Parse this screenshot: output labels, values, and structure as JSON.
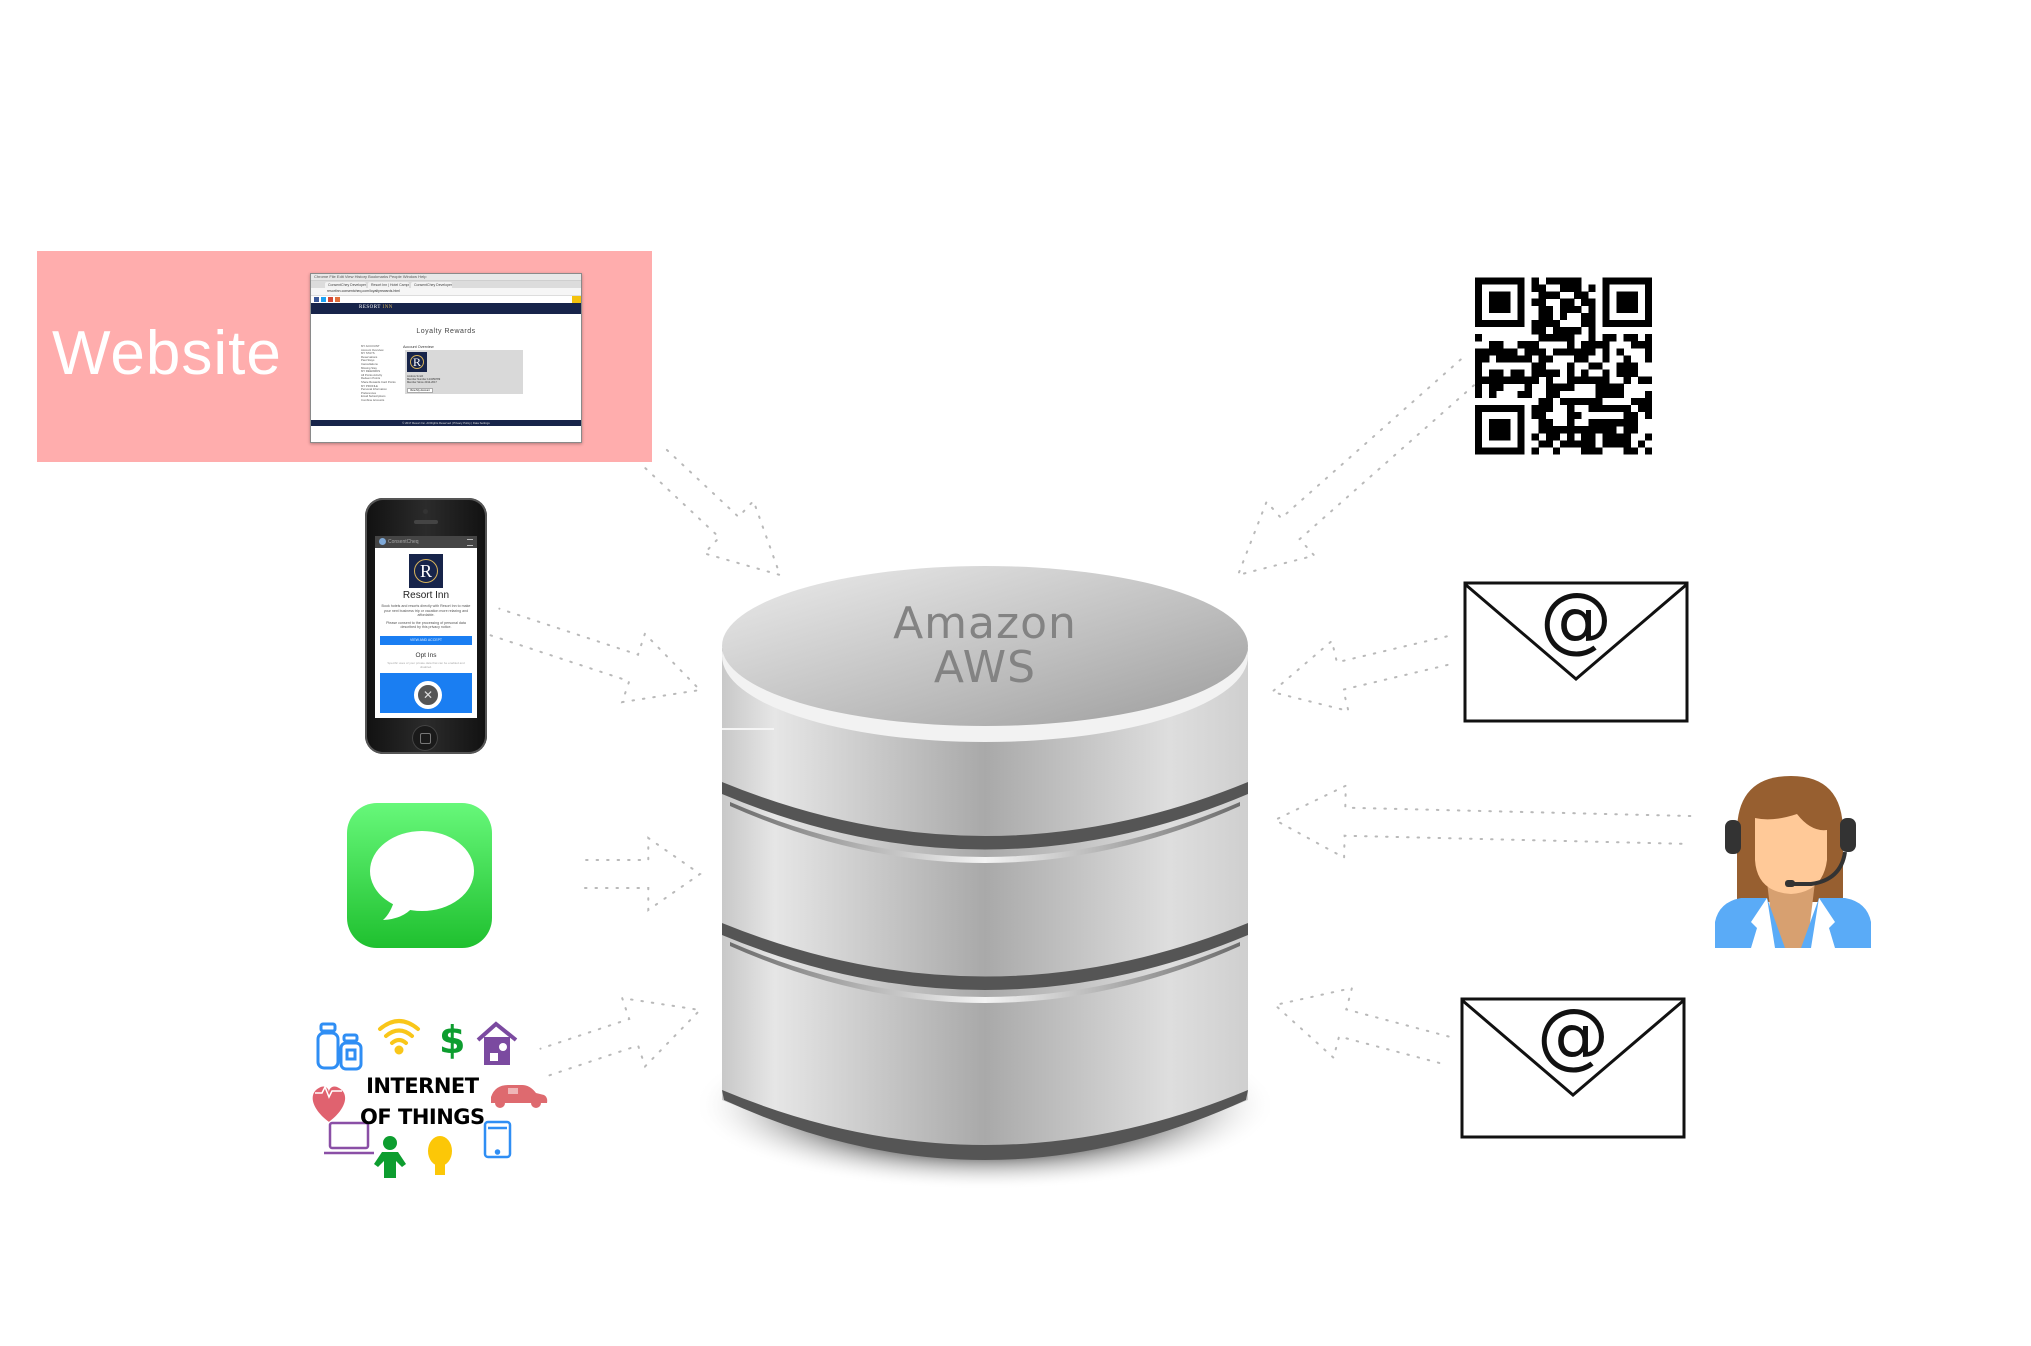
{
  "diagram": {
    "title": "Data sources flowing into Amazon AWS",
    "central_node": {
      "line1": "Amazon",
      "line2": "AWS"
    },
    "left_sources": [
      {
        "id": "website",
        "label": "Website",
        "screenshot": {
          "browser_menu": "Chrome  File  Edit  View  History  Bookmarks  People  Window  Help",
          "tabs": [
            "ConsentChey Developer",
            "Resort Inn | Hotel Campus",
            "ConsentChey Developer"
          ],
          "url": "resortinn.consentcheq.com/loyaltyrewards.html",
          "brand_primary": "RESORT",
          "brand_accent": "INN",
          "page_title": "Loyalty Rewards",
          "nav_items": [
            "MY ACCOUNT",
            "Account Overview",
            "MY STAYS",
            "Reservations",
            "Past Stays",
            "Cancellations",
            "Missing Stay",
            "MY REWARDS",
            "All Points Activity",
            "Redeem Points",
            "Share Rewards Card Points",
            "MY PROFILE",
            "Personal Information",
            "Preferences",
            "Email Subscriptions",
            "Combine Accounts"
          ],
          "panel_title": "Account Overview",
          "logo_letter": "R",
          "panel_lines": [
            "Andrew Smith",
            "Member Number 123456789",
            "Member Since 2012-2017"
          ],
          "panel_button": "View My Account",
          "footer": "© 2017 Resort Inn. All Rights Reserved | Privacy Policy | Data Settings"
        }
      },
      {
        "id": "mobile-app",
        "label": "Mobile app",
        "screen": {
          "app_bar": "ConsentCheq",
          "logo_letter": "R",
          "heading": "Resort Inn",
          "intro": "Book hotels and resorts directly with Resort Inn to make your next business trip or vacation more relaxing and affordable.",
          "consent_text": "Please consent to the processing of personal data described by this privacy notice.",
          "button": "VIEW AND ACCEPT",
          "section_heading": "Opt Ins",
          "section_text": "Specific uses of your private data that can be enabled and disabled.",
          "close_glyph": "✕"
        }
      },
      {
        "id": "sms",
        "label": "Messages"
      },
      {
        "id": "iot",
        "label": "INTERNET OF THINGS",
        "line1": "INTERNET",
        "line2": "OF THINGS",
        "icons": [
          "medicine-bottles",
          "wifi",
          "dollar-sign",
          "smart-home",
          "heart-rate",
          "car",
          "laptop",
          "person",
          "light-bulb",
          "tablet"
        ]
      }
    ],
    "right_sources": [
      {
        "id": "qr-code",
        "label": "QR code"
      },
      {
        "id": "email-1",
        "label": "Email",
        "glyph": "@"
      },
      {
        "id": "call-center",
        "label": "Call center agent"
      },
      {
        "id": "email-2",
        "label": "Email",
        "glyph": "@"
      }
    ],
    "colors": {
      "website_bg": "#ffadad",
      "messages_top": "#67f87a",
      "messages_bottom": "#1fc02f",
      "resort_navy": "#17244a",
      "resort_gold": "#d7b35a",
      "db_label": "#838383",
      "agent_jacket": "#5aabf7",
      "agent_hair": "#975f30"
    }
  }
}
